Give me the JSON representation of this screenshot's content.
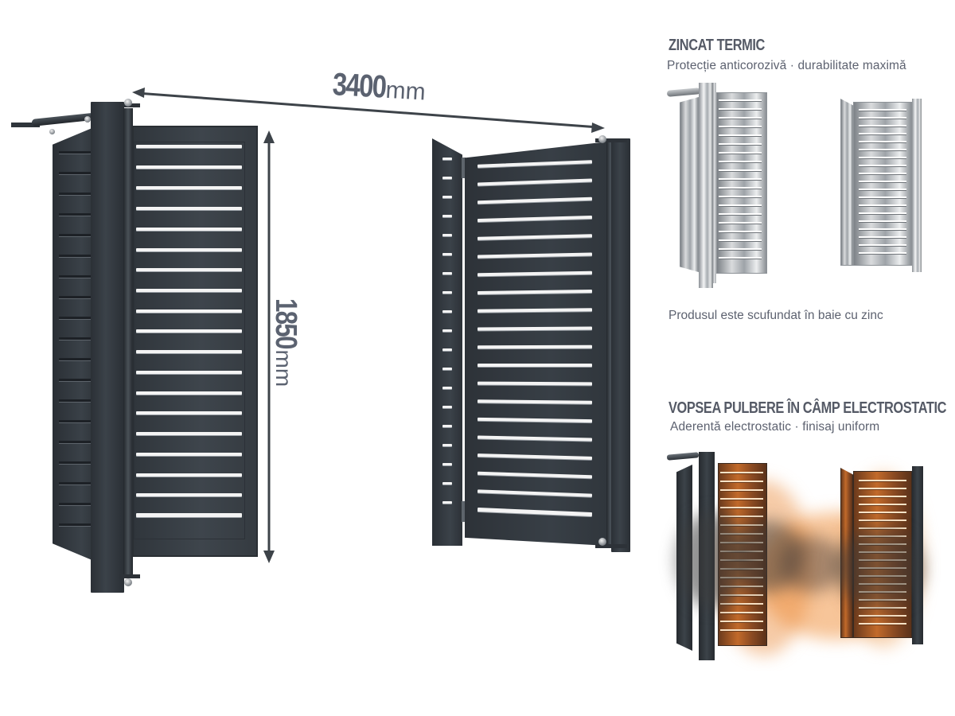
{
  "dimensions": {
    "width": {
      "value": "3400",
      "unit": "mm"
    },
    "height": {
      "value": "1850",
      "unit": "mm"
    }
  },
  "colors": {
    "gate_anthracite": "#343a40",
    "text_gray": "#555a66",
    "zinc_silver": "#c9cccf",
    "powder_orange": "#e8823a"
  },
  "main_product": {
    "left_gate": {
      "slat_count": 20,
      "leaf_type": "hinged-with-closer"
    },
    "right_gate": {
      "slat_count": 20,
      "leaf_type": "folding"
    }
  },
  "features": [
    {
      "title": "ZINCAT TERMIC",
      "subtitle": "Protecție anticorozivă · durabilitate maximă",
      "caption": "Produsul este scufundat în baie cu zinc",
      "image": "galvanized-gate-icon"
    },
    {
      "title": "VOPSEA PULBERE ÎN CÂMP ELECTROSTATIC",
      "subtitle": "Aderentă electrostatic · finisaj uniform",
      "image": "powder-coated-gate-icon"
    }
  ]
}
